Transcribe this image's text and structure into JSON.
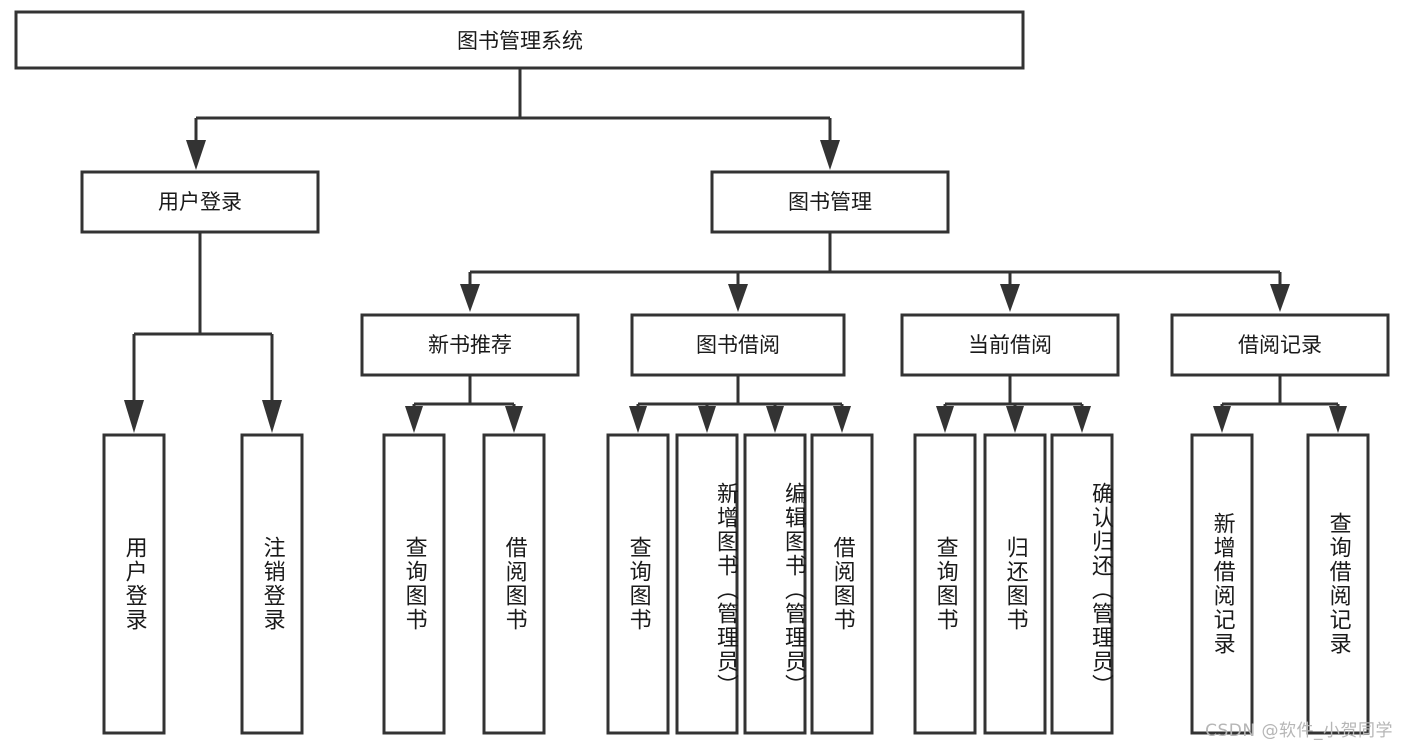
{
  "diagram": {
    "title": "图书管理系统",
    "type": "tree-hierarchy",
    "watermark": "CSDN @软件_小贺同学",
    "colors": {
      "stroke": "#333333",
      "fill": "#ffffff",
      "text": "#1a1a1a",
      "watermark": "#b6b6b6"
    },
    "root": {
      "label": "图书管理系统"
    },
    "level2": [
      {
        "label": "用户登录"
      },
      {
        "label": "图书管理"
      }
    ],
    "level3": [
      {
        "label": "新书推荐"
      },
      {
        "label": "图书借阅"
      },
      {
        "label": "当前借阅"
      },
      {
        "label": "借阅记录"
      }
    ],
    "leaves": {
      "user_login": [
        {
          "label": "用户登录"
        },
        {
          "label": "注销登录"
        }
      ],
      "new_book_recommend": [
        {
          "label": "查询图书"
        },
        {
          "label": "借阅图书"
        }
      ],
      "book_borrow": [
        {
          "label": "查询图书"
        },
        {
          "label": "新增图书（管理员）"
        },
        {
          "label": "编辑图书（管理员）"
        },
        {
          "label": "借阅图书"
        }
      ],
      "current_borrow": [
        {
          "label": "查询图书"
        },
        {
          "label": "归还图书"
        },
        {
          "label": "确认归还（管理员）"
        }
      ],
      "borrow_record": [
        {
          "label": "新增借阅记录"
        },
        {
          "label": "查询借阅记录"
        }
      ]
    }
  }
}
